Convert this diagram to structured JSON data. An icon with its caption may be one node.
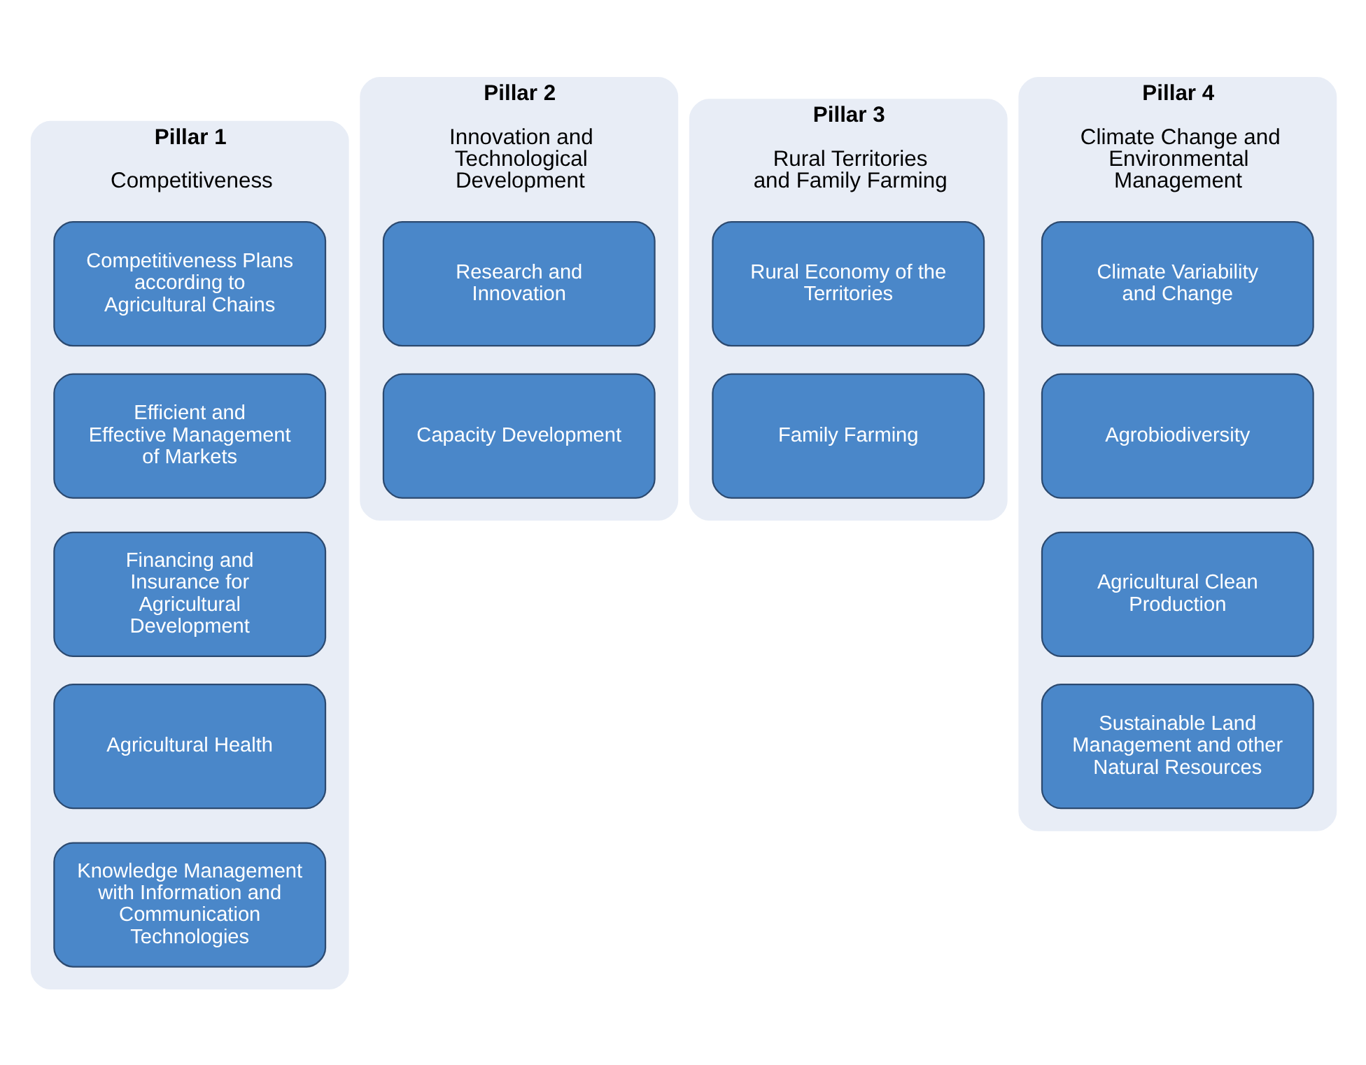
{
  "diagram": {
    "nodes": [
      {
        "text": [
          "Pillar 1",
          "Competitiveness"
        ]
      },
      {
        "text": [
          "Competitiveness Plans according to Agricultural Chains"
        ],
        "in": 0
      },
      {
        "text": [
          "Efficient and Effective Management of Markets"
        ],
        "in": 0
      },
      {
        "text": [
          "Financing and Insurance for Agricultural Development"
        ],
        "in": 0
      },
      {
        "text": [
          "Agricultural Health"
        ],
        "in": 0
      },
      {
        "text": [
          "Knowledge Management with Information and Communication Technologies"
        ],
        "in": 0
      },
      {
        "text": [
          "Pillar 2",
          "Innovation and Technological Development"
        ]
      },
      {
        "text": [
          "Research and Innovation"
        ],
        "in": 6
      },
      {
        "text": [
          "Capacity Development"
        ],
        "in": 6
      },
      {
        "text": [
          "Pillar 3",
          "Rural Territories and Family Farming"
        ]
      },
      {
        "text": [
          "Rural Economy of the Territories"
        ],
        "in": 9
      },
      {
        "text": [
          "Family Farming"
        ],
        "in": 9
      },
      {
        "text": [
          "Pillar 4",
          "Climate Change and Environmental Management"
        ]
      },
      {
        "text": [
          "Climate Variability and Change"
        ],
        "in": 12
      },
      {
        "text": [
          "Agrobiodiversity"
        ],
        "in": 12
      },
      {
        "text": [
          "Agricultural Clean Production"
        ],
        "in": 12
      },
      {
        "text": [
          "Sustainable Land Management and other Natural Resources"
        ],
        "in": 12
      }
    ],
    "edges": []
  }
}
